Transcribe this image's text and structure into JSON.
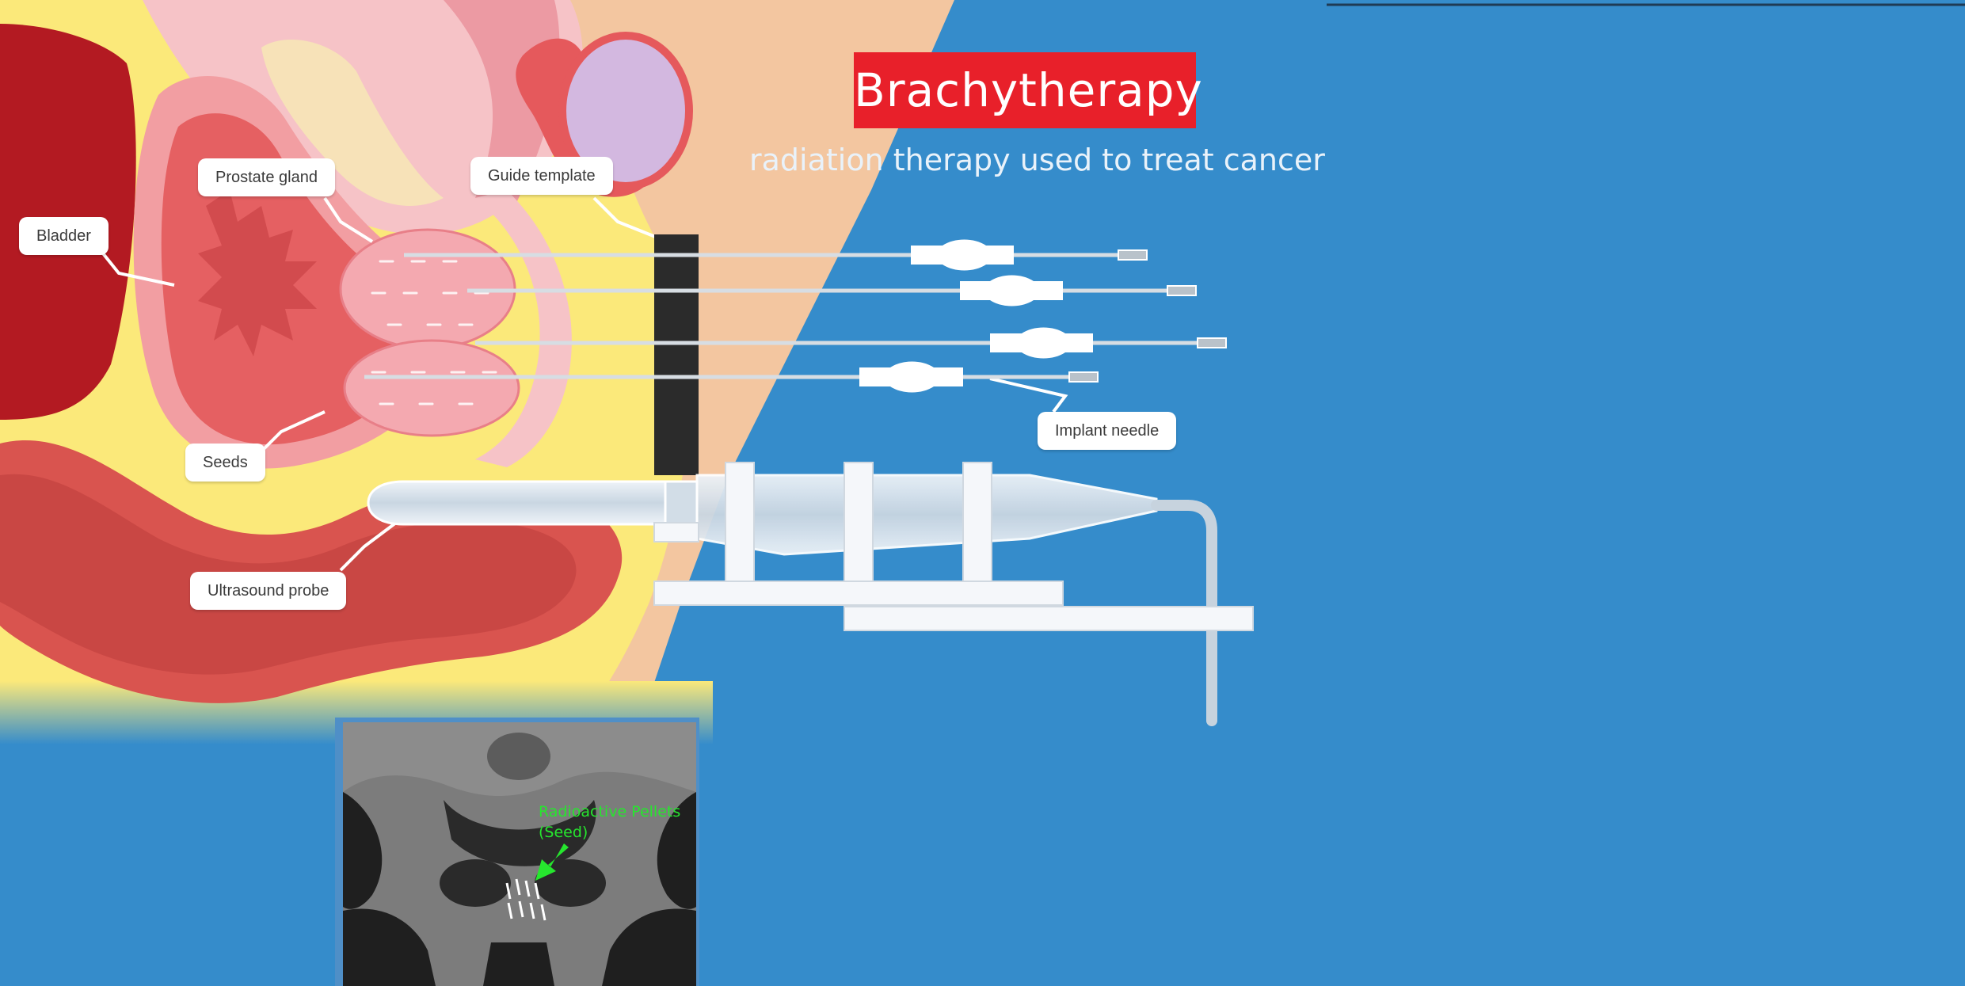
{
  "title": "Brachytherapy",
  "subtitle": "radiation therapy used to treat cancer",
  "labels": {
    "bladder": "Bladder",
    "prostate_gland": "Prostate gland",
    "guide_template": "Guide template",
    "seeds": "Seeds",
    "implant_needle": "Implant needle",
    "ultrasound_probe": "Ultrasound probe"
  },
  "xray": {
    "label": "Radioactive Pellets (Seed)"
  },
  "colors": {
    "background": "#358ccb",
    "title_box": "#e8202a",
    "skin": "#f3c6a0",
    "fat": "#fbe97a",
    "bladder": "#e56062",
    "rectum": "#d9544f",
    "xray_label": "#26e62e"
  }
}
